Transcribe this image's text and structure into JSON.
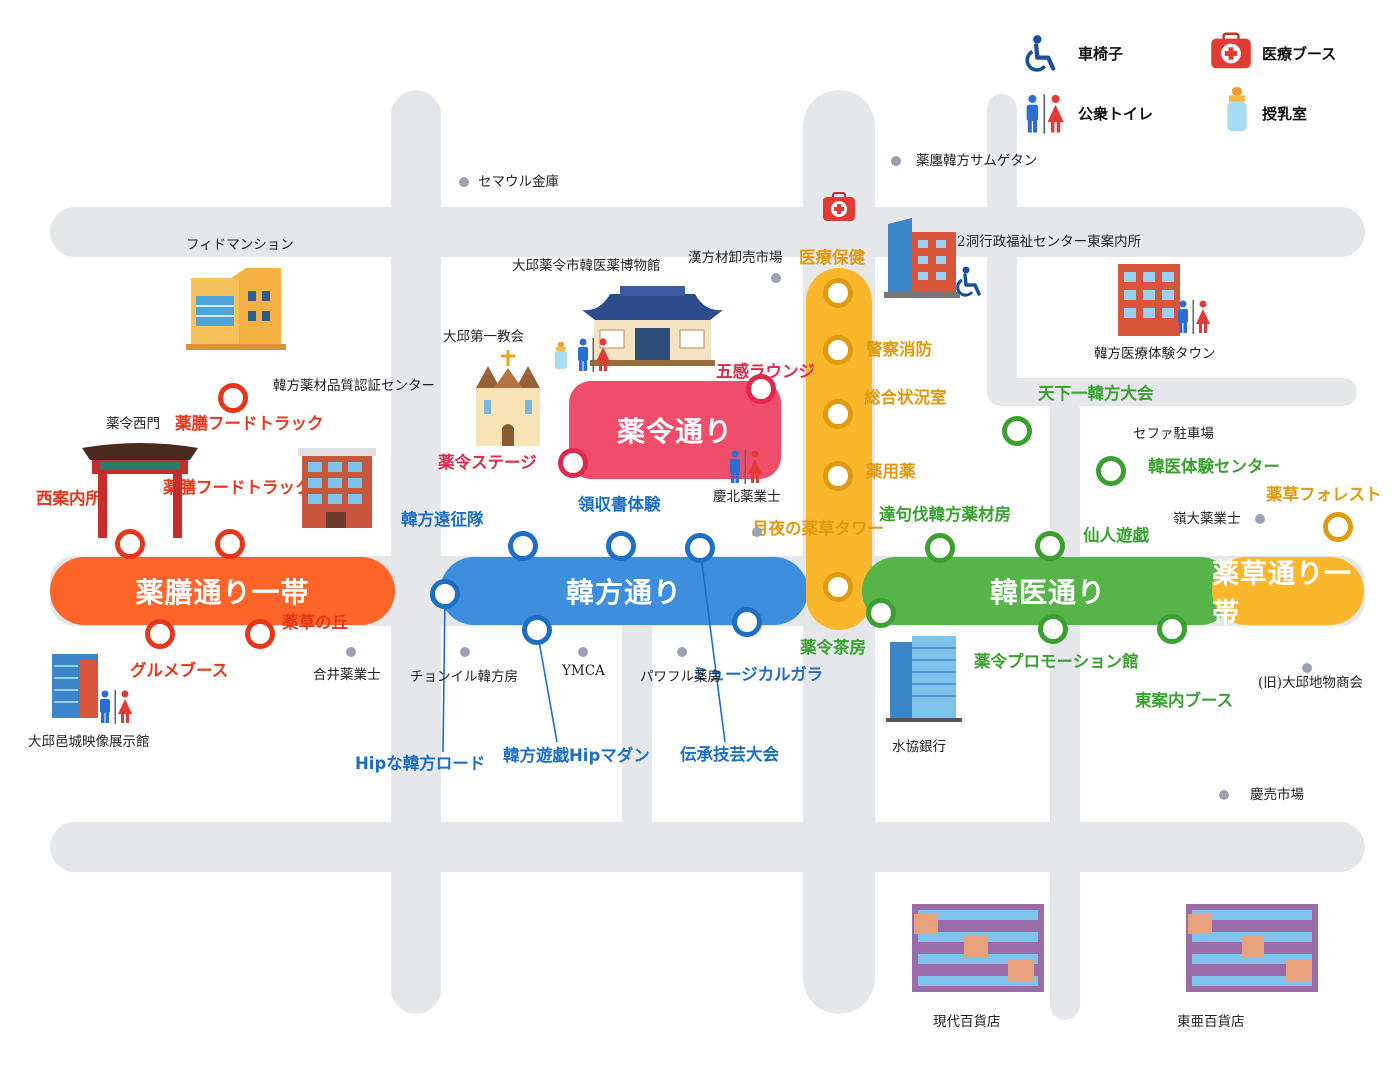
{
  "legend": {
    "wheelchair": "車椅子",
    "medical": "医療ブース",
    "toilet": "公衆トイレ",
    "nursing": "授乳室"
  },
  "streets": {
    "orange": "薬膳通り一帯",
    "blue": "韓方通り",
    "pink": "薬令通り",
    "green": "韓医通り",
    "yellow_right": "薬草通り一帯"
  },
  "colors": {
    "orange": "#ff6429",
    "blue": "#3d8edd",
    "pink": "#ef4d6b",
    "green": "#56b449",
    "yellow": "#fbb72c",
    "road": "#e5e7eb"
  },
  "events": {
    "orange": [
      "薬膳フードトラック",
      "薬膳フードトラック",
      "西案内所",
      "薬草の丘",
      "グルメブース"
    ],
    "pink": [
      "五感ラウンジ",
      "薬令ステージ"
    ],
    "blue": [
      "韓方遠征隊",
      "領収書体験",
      "Hipな韓方ロード",
      "韓方遊戯Hipマダン",
      "伝承技芸大会",
      "ミュージカルガラ"
    ],
    "yellow": [
      "医療保健",
      "警察消防",
      "総合状況室",
      "薬用薬",
      "月夜の薬草タワー",
      "薬令茶房",
      "薬草フォレスト"
    ],
    "green": [
      "天下一韓方大会",
      "韓医体験センター",
      "達句伐韓方薬材房",
      "仙人遊戯",
      "薬令プロモーション館",
      "東案内ブース"
    ]
  },
  "places": [
    "セマウル金庫",
    "薬廛韓方サムゲタン",
    "フィドマンション",
    "大邱薬令市韓医薬博物館",
    "漢方材卸売市場",
    "城内2洞行政福祉センター東案内所",
    "韓方医療体験タウン",
    "大邱第一教会",
    "韓方薬材品質認証センター",
    "薬令西門",
    "セファ駐車場",
    "慶北薬業士",
    "嶺大薬業士",
    "合井薬業士",
    "チョンイル韓方房",
    "YMCA",
    "パワフル薬房",
    "(旧)大邱地物商会",
    "大邱邑城映像展示館",
    "水協銀行",
    "慶売市場",
    "現代百貨店",
    "東亜百貨店"
  ]
}
